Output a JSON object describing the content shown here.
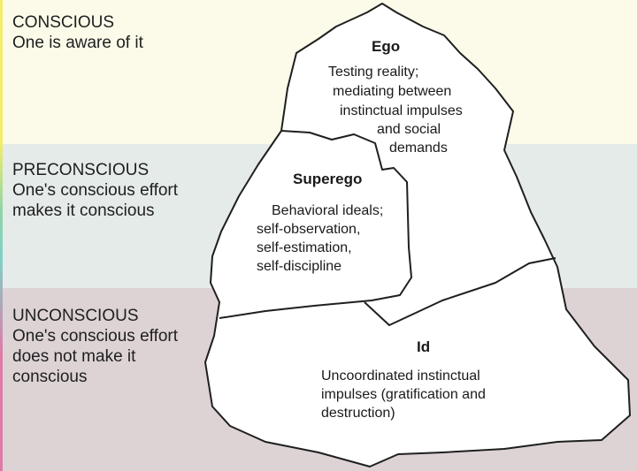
{
  "levels": [
    {
      "name": "CONSCIOUS",
      "description_lines": [
        "One is aware of it"
      ]
    },
    {
      "name": "PRECONSCIOUS",
      "description_lines": [
        "One's conscious effort",
        "makes it conscious"
      ]
    },
    {
      "name": "UNCONSCIOUS",
      "description_lines": [
        "One's conscious effort",
        "does not make it",
        "conscious"
      ]
    }
  ],
  "regions": {
    "ego": {
      "title": "Ego",
      "lines": [
        "Testing reality;",
        "mediating between",
        "instinctual impulses",
        "and social",
        "demands"
      ]
    },
    "superego": {
      "title": "Superego",
      "lines": [
        "Behavioral ideals;",
        "self-observation,",
        "self-estimation,",
        "self-discipline"
      ]
    },
    "id": {
      "title": "Id",
      "lines": [
        "Uncoordinated instinctual",
        "impulses (gratification and",
        "destruction)"
      ]
    }
  },
  "colors": {
    "conscious_band": "#fcfbe9",
    "preconscious_band": "#e5ebe8",
    "unconscious_band": "#ddd3d5",
    "shape_fill": "#ffffff",
    "outline": "#1f1f1f"
  }
}
